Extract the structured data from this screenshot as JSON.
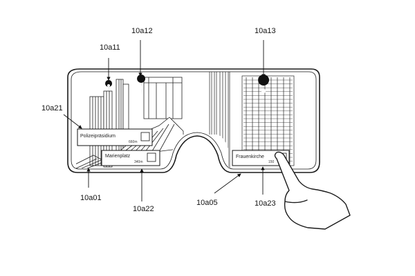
{
  "reference_labels": {
    "pin_1": "10a11",
    "pin_2": "10a12",
    "pin_3": "10a13",
    "card_1": "10a21",
    "card_2": "10a22",
    "card_3": "10a23",
    "lens_left": "10a01",
    "lens_right": "10a05"
  },
  "cards": {
    "card_1": {
      "name": "Polizeipräsidium",
      "distance": "660m"
    },
    "card_2": {
      "name": "Marienplatz",
      "distance": "340m"
    },
    "card_3": {
      "name": "Frauenkirche",
      "distance": "150"
    }
  },
  "colors": {
    "line": "#1a1a1a",
    "pin": "#111111",
    "paper": "#ffffff"
  },
  "icons": {
    "pin": "location-pin-icon",
    "hand": "pointing-hand-icon"
  }
}
